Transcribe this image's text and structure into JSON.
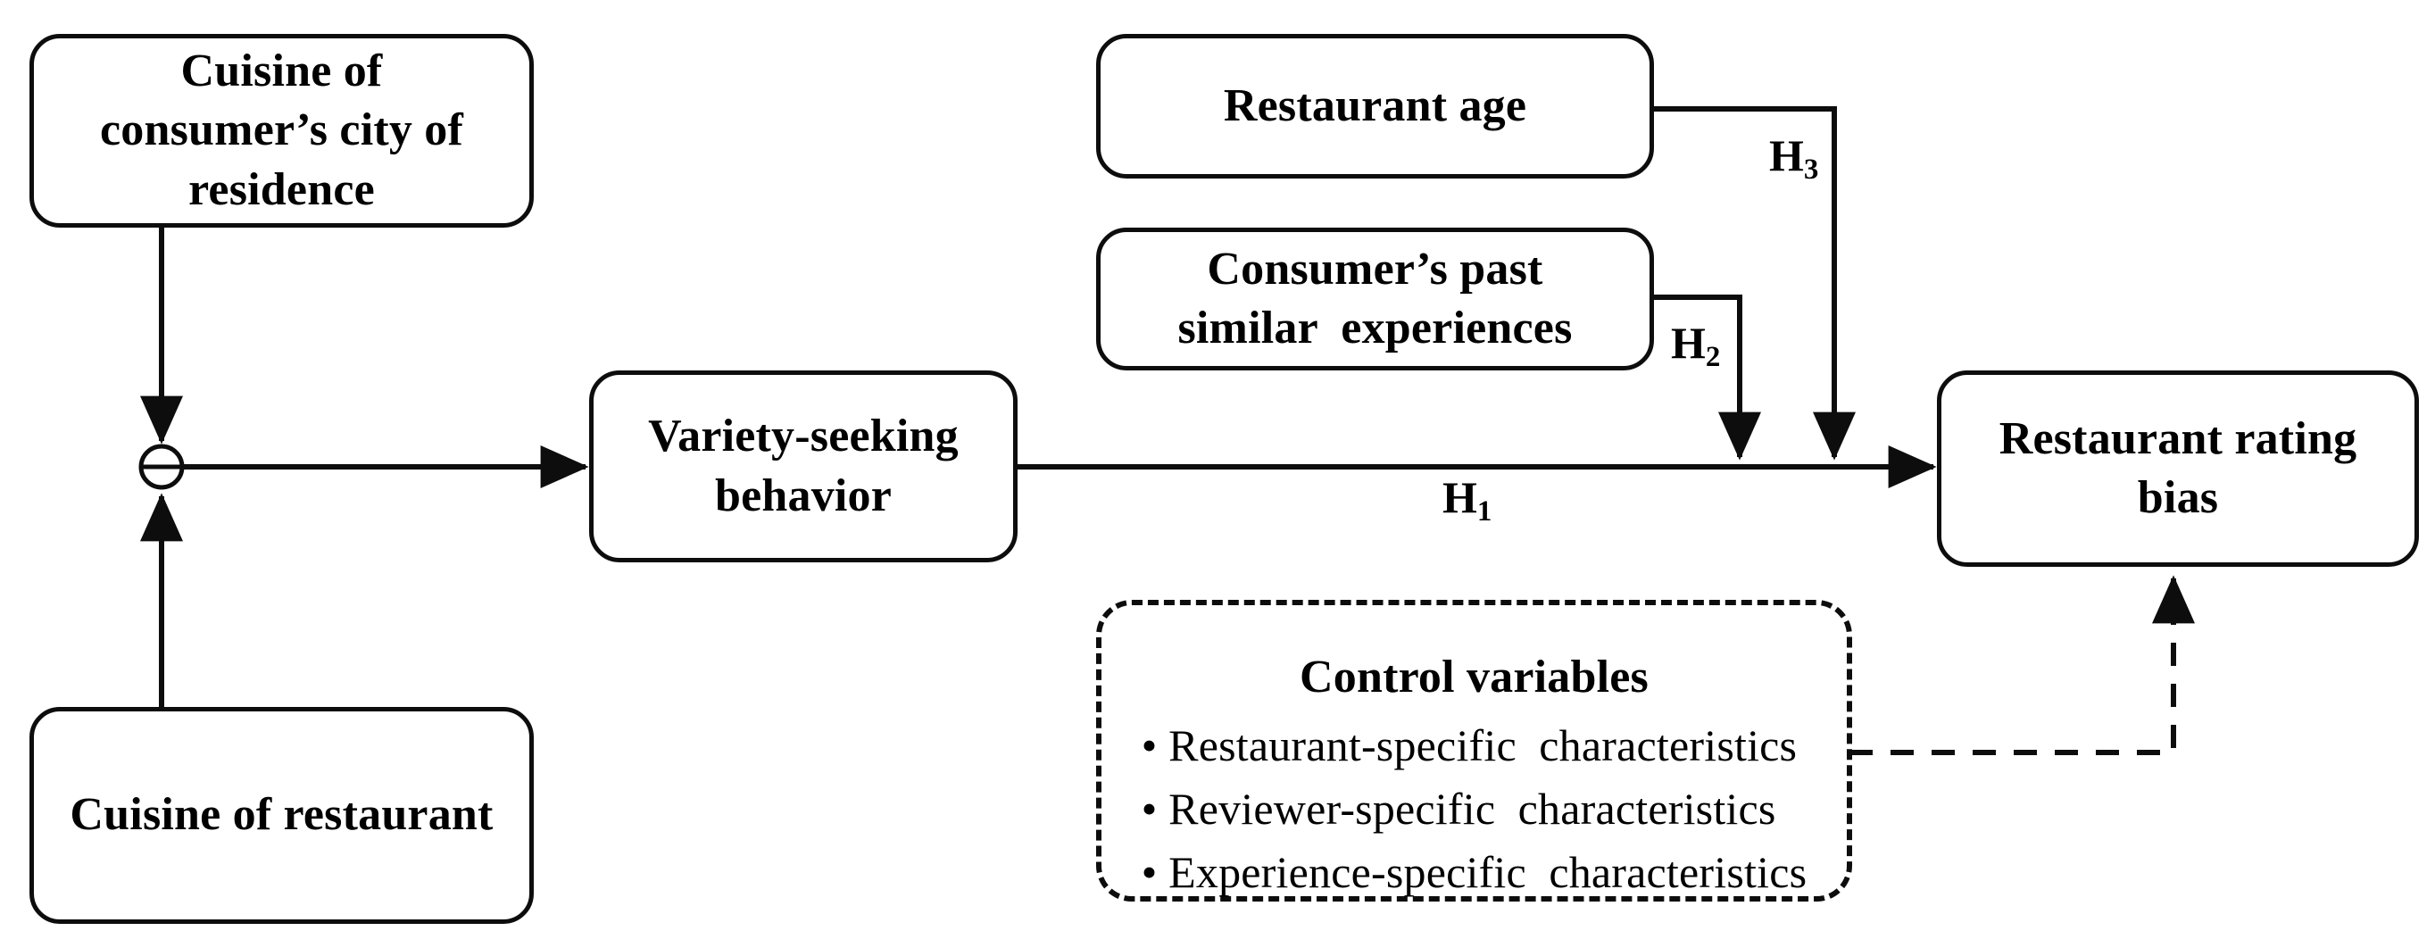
{
  "diagram": {
    "title": "Conceptual research framework: variety-seeking behavior and restaurant rating bias",
    "colors": {
      "stroke": "#0d0d0d",
      "background": "#ffffff",
      "text": "#000000"
    },
    "nodes": {
      "cuisine_city": {
        "lines": [
          "Cuisine of",
          "consumer’s city of",
          "residence"
        ]
      },
      "cuisine_restaurant": {
        "lines": [
          "Cuisine of restaurant"
        ]
      },
      "variety_seeking": {
        "lines": [
          "Variety-seeking",
          "behavior"
        ]
      },
      "restaurant_age": {
        "lines": [
          "Restaurant age"
        ]
      },
      "past_experiences": {
        "lines": [
          "Consumer’s past",
          "similar  experiences"
        ]
      },
      "rating_bias": {
        "lines": [
          "Restaurant rating",
          "bias"
        ]
      },
      "control_variables": {
        "title": "Control variables",
        "items": [
          "Restaurant-specific  characteristics",
          "Reviewer-specific  characteristics",
          "Experience-specific  characteristics"
        ]
      }
    },
    "operator": {
      "name": "difference-operator",
      "symbol": "⊖"
    },
    "hypotheses": [
      {
        "id": "h1",
        "base": "H",
        "sub": "1"
      },
      {
        "id": "h2",
        "base": "H",
        "sub": "2"
      },
      {
        "id": "h3",
        "base": "H",
        "sub": "3"
      }
    ]
  }
}
